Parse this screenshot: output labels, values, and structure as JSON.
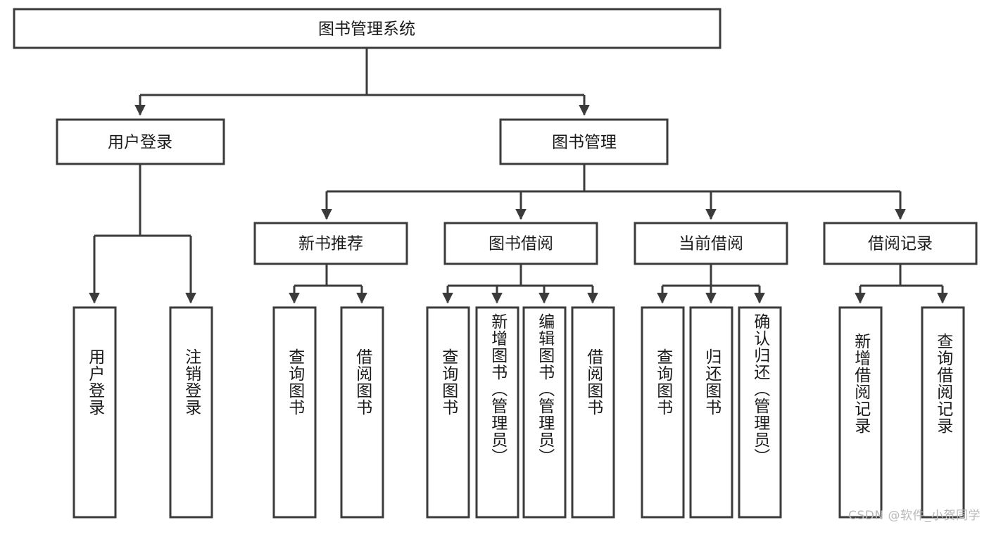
{
  "diagram": {
    "type": "tree",
    "title": "图书管理系统",
    "watermark": "CSDN @软件_小贺同学",
    "colors": {
      "stroke": "#3b3b3b",
      "fill": "#ffffff",
      "text": "#1a1a1a",
      "watermark": "#b9b9b9",
      "background": "#ffffff"
    },
    "levels": {
      "root": {
        "id": "root",
        "label": "图书管理系统",
        "orientation": "horizontal"
      },
      "level2": [
        {
          "id": "user-login",
          "label": "用户登录",
          "orientation": "horizontal"
        },
        {
          "id": "book-management",
          "label": "图书管理",
          "orientation": "horizontal"
        }
      ],
      "level3": [
        {
          "id": "new-book-recommend",
          "label": "新书推荐",
          "orientation": "horizontal",
          "parent": "book-management"
        },
        {
          "id": "book-borrow",
          "label": "图书借阅",
          "orientation": "horizontal",
          "parent": "book-management"
        },
        {
          "id": "current-borrow",
          "label": "当前借阅",
          "orientation": "horizontal",
          "parent": "book-management"
        },
        {
          "id": "borrow-record",
          "label": "借阅记录",
          "orientation": "horizontal",
          "parent": "book-management"
        }
      ],
      "leaves": [
        {
          "id": "leaf-user-login",
          "label": "用户登录",
          "orientation": "vertical",
          "parent": "user-login"
        },
        {
          "id": "leaf-user-logout",
          "label": "注销登录",
          "orientation": "vertical",
          "parent": "user-login"
        },
        {
          "id": "leaf-query-book-1",
          "label": "查询图书",
          "orientation": "vertical",
          "parent": "new-book-recommend"
        },
        {
          "id": "leaf-borrow-book-1",
          "label": "借阅图书",
          "orientation": "vertical",
          "parent": "new-book-recommend"
        },
        {
          "id": "leaf-query-book-2",
          "label": "查询图书",
          "orientation": "vertical",
          "parent": "book-borrow"
        },
        {
          "id": "leaf-add-book",
          "label": "新增图书（管理员）",
          "orientation": "vertical",
          "parent": "book-borrow"
        },
        {
          "id": "leaf-edit-book",
          "label": "编辑图书（管理员）",
          "orientation": "vertical",
          "parent": "book-borrow"
        },
        {
          "id": "leaf-borrow-book-2",
          "label": "借阅图书",
          "orientation": "vertical",
          "parent": "book-borrow"
        },
        {
          "id": "leaf-query-book-3",
          "label": "查询图书",
          "orientation": "vertical",
          "parent": "current-borrow"
        },
        {
          "id": "leaf-return-book",
          "label": "归还图书",
          "orientation": "vertical",
          "parent": "current-borrow"
        },
        {
          "id": "leaf-confirm-return",
          "label": "确认归还（管理员）",
          "orientation": "vertical",
          "parent": "current-borrow"
        },
        {
          "id": "leaf-add-record",
          "label": "新增借阅记录",
          "orientation": "vertical",
          "parent": "borrow-record"
        },
        {
          "id": "leaf-query-record",
          "label": "查询借阅记录",
          "orientation": "vertical",
          "parent": "borrow-record"
        }
      ]
    }
  }
}
